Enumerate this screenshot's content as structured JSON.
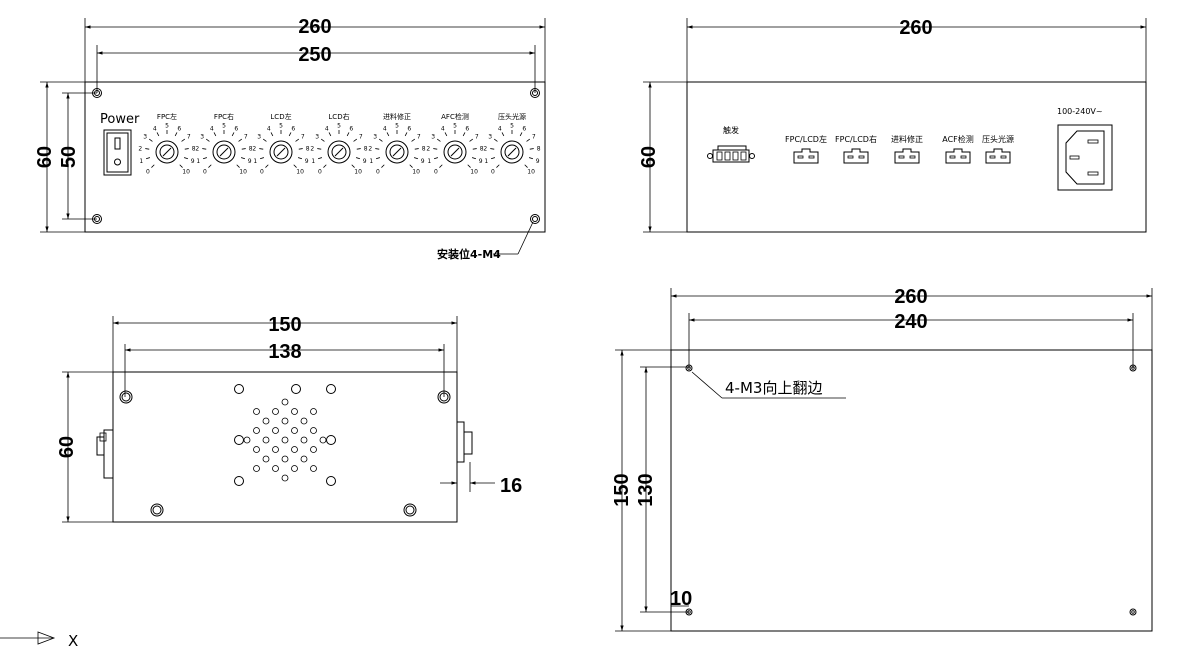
{
  "front_view": {
    "dims": {
      "overall_width": "260",
      "hole_spacing": "250",
      "height": "60",
      "hole_height": "50"
    },
    "power_label": "Power",
    "knobs": [
      {
        "label": "FPC左",
        "scale": [
          "0",
          "1",
          "2",
          "3",
          "4",
          "5",
          "6",
          "7",
          "8",
          "9",
          "10"
        ]
      },
      {
        "label": "FPC右",
        "scale": [
          "0",
          "1",
          "2",
          "3",
          "4",
          "5",
          "6",
          "7",
          "8",
          "9",
          "10"
        ]
      },
      {
        "label": "LCD左",
        "scale": [
          "0",
          "1",
          "2",
          "3",
          "4",
          "5",
          "6",
          "7",
          "8",
          "9",
          "10"
        ]
      },
      {
        "label": "LCD右",
        "scale": [
          "0",
          "1",
          "2",
          "3",
          "4",
          "5",
          "6",
          "7",
          "8",
          "9",
          "10"
        ]
      },
      {
        "label": "进料修正",
        "scale": [
          "0",
          "1",
          "2",
          "3",
          "4",
          "5",
          "6",
          "7",
          "8",
          "9",
          "10"
        ]
      },
      {
        "label": "AFC检测",
        "scale": [
          "0",
          "1",
          "2",
          "3",
          "4",
          "5",
          "6",
          "7",
          "8",
          "9",
          "10"
        ]
      },
      {
        "label": "压头光源",
        "scale": [
          "0",
          "1",
          "2",
          "3",
          "4",
          "5",
          "6",
          "7",
          "8",
          "9",
          "10"
        ]
      }
    ],
    "mount_note": "安装位4-M4"
  },
  "back_view": {
    "dims": {
      "overall_width": "260",
      "height": "60"
    },
    "trigger_label": "触发",
    "ports": [
      "FPC/LCD左",
      "FPC/LCD右",
      "进料修正",
      "ACF检测",
      "压头光源"
    ],
    "power_inlet_label": "100-240V~"
  },
  "side_view": {
    "dims": {
      "overall_width": "150",
      "hole_spacing": "138",
      "height": "60",
      "switch_offset": "16"
    }
  },
  "bottom_view": {
    "dims": {
      "overall_width": "260",
      "hole_spacing_x": "240",
      "overall_depth": "150",
      "hole_spacing_y": "130",
      "edge_offset": "10"
    },
    "hole_note": "4-M3向上翻边"
  },
  "axis": {
    "label": "X"
  }
}
